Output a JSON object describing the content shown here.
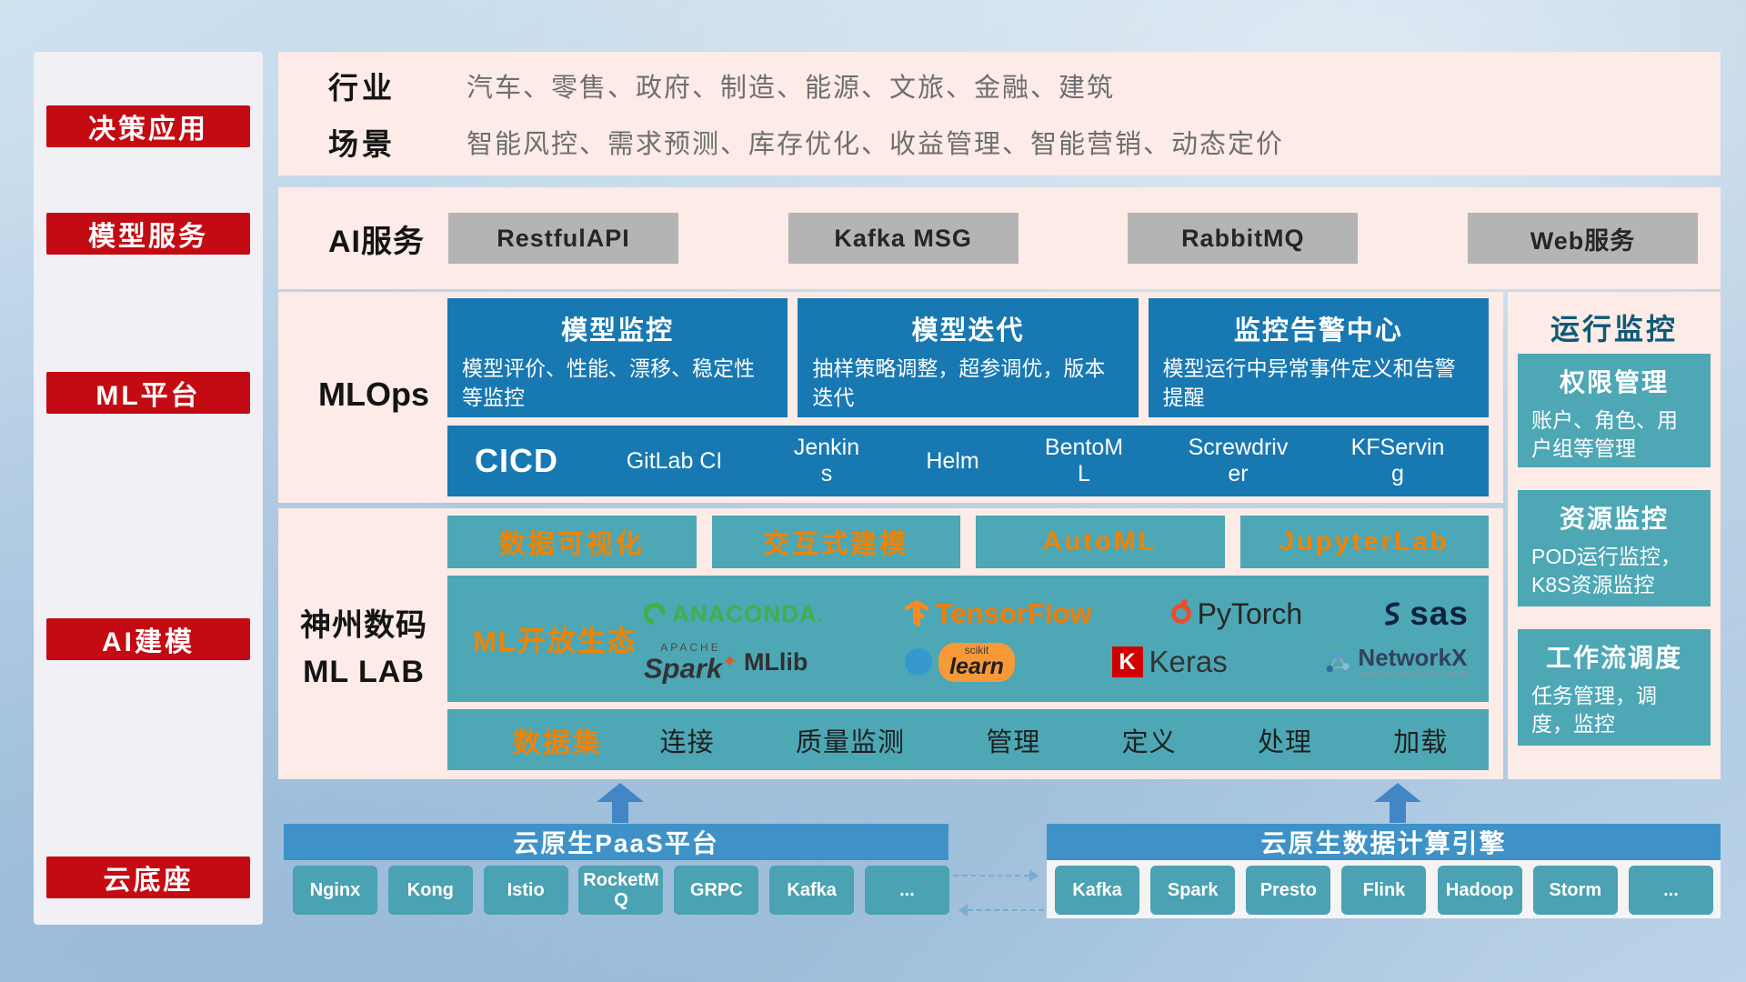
{
  "sidebar": {
    "items": [
      "决策应用",
      "模型服务",
      "ML平台",
      "AI建模",
      "云底座"
    ]
  },
  "industry": {
    "rows": [
      {
        "label": "行业",
        "text": "汽车、零售、政府、制造、能源、文旅、金融、建筑"
      },
      {
        "label": "场景",
        "text": "智能风控、需求预测、库存优化、收益管理、智能营销、动态定价"
      }
    ]
  },
  "ai_service": {
    "label": "AI服务",
    "items": [
      "RestfulAPI",
      "Kafka MSG",
      "RabbitMQ",
      "Web服务"
    ]
  },
  "mlops": {
    "label": "MLOps",
    "cards": [
      {
        "title": "模型监控",
        "desc": "模型评价、性能、漂移、稳定性等监控"
      },
      {
        "title": "模型迭代",
        "desc": "抽样策略调整，超参调优，版本迭代"
      },
      {
        "title": "监控告警中心",
        "desc": "模型运行中异常事件定义和告警提醒"
      }
    ],
    "cicd_label": "CICD",
    "cicd_items": [
      "GitLab CI",
      "Jenkins",
      "Helm",
      "BentoML",
      "Screwdriver",
      "KFServing"
    ]
  },
  "mllab": {
    "label_line1": "神州数码",
    "label_line2": "ML LAB",
    "tools": [
      "数据可视化",
      "交互式建模",
      "AutoML",
      "JupyterLab"
    ],
    "ecosystem_label": "ML开放生态",
    "logos": {
      "anaconda": "ANACONDA.",
      "tensorflow": "TensorFlow",
      "pytorch": "PyTorch",
      "sas": "sas",
      "spark_top": "APACHE",
      "spark": "Spark",
      "mllib": "MLlib",
      "scikit_top": "scikit",
      "scikit": "learn",
      "keras_k": "K",
      "keras": "Keras",
      "networkx": "NetworkX",
      "networkx_sub": "Network Analysis in Python"
    },
    "dataset_label": "数据集",
    "dataset_items": [
      "连接",
      "质量监测",
      "管理",
      "定义",
      "处理",
      "加载"
    ]
  },
  "monitoring": {
    "title": "运行监控",
    "cards": [
      {
        "title": "权限管理",
        "desc": "账户、角色、用户组等管理"
      },
      {
        "title": "资源监控",
        "desc": "POD运行监控，K8S资源监控"
      },
      {
        "title": "工作流调度",
        "desc": "任务管理，调度，监控"
      }
    ]
  },
  "cloud": {
    "paas": {
      "title": "云原生PaaS平台",
      "items": [
        "Nginx",
        "Kong",
        "Istio",
        "RocketMQ",
        "GRPC",
        "Kafka",
        "..."
      ]
    },
    "engine": {
      "title": "云原生数据计算引擎",
      "items": [
        "Kafka",
        "Spark",
        "Presto",
        "Flink",
        "Hadoop",
        "Storm",
        "..."
      ]
    }
  },
  "colors": {
    "accent_red": "#c40a12",
    "panel_pink": "#fcebe6",
    "block_blue": "#1878b2",
    "block_teal": "#4da7b5",
    "accent_orange": "#f08300",
    "gray_button": "#b5b4b4",
    "cloud_bar_blue": "#3e92c8"
  }
}
